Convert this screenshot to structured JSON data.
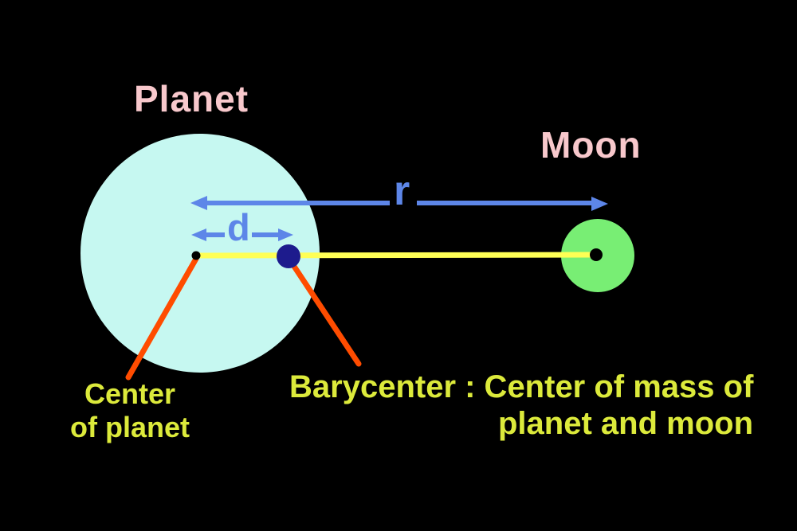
{
  "diagram": {
    "type": "barycenter-illustration",
    "labels": {
      "planet_title": "Planet",
      "moon_title": "Moon",
      "r_symbol": "r",
      "d_symbol": "d",
      "center_of_planet_line1": "Center",
      "center_of_planet_line2": "of planet",
      "barycenter_line1": "Barycenter : Center of mass of",
      "barycenter_line2": "planet and moon"
    },
    "colors": {
      "background": "#000000",
      "planet_fill": "#c6f8f1",
      "moon_fill": "#78ee74",
      "pink_title": "#f8c8cc",
      "arrow_blue": "#5d86e8",
      "yellow_line": "#ffff55",
      "barycenter_navy": "#1d1b8d",
      "dot_black": "#000000",
      "orange_pointer": "#ff4c00",
      "caption_green": "#dcea3b"
    }
  }
}
